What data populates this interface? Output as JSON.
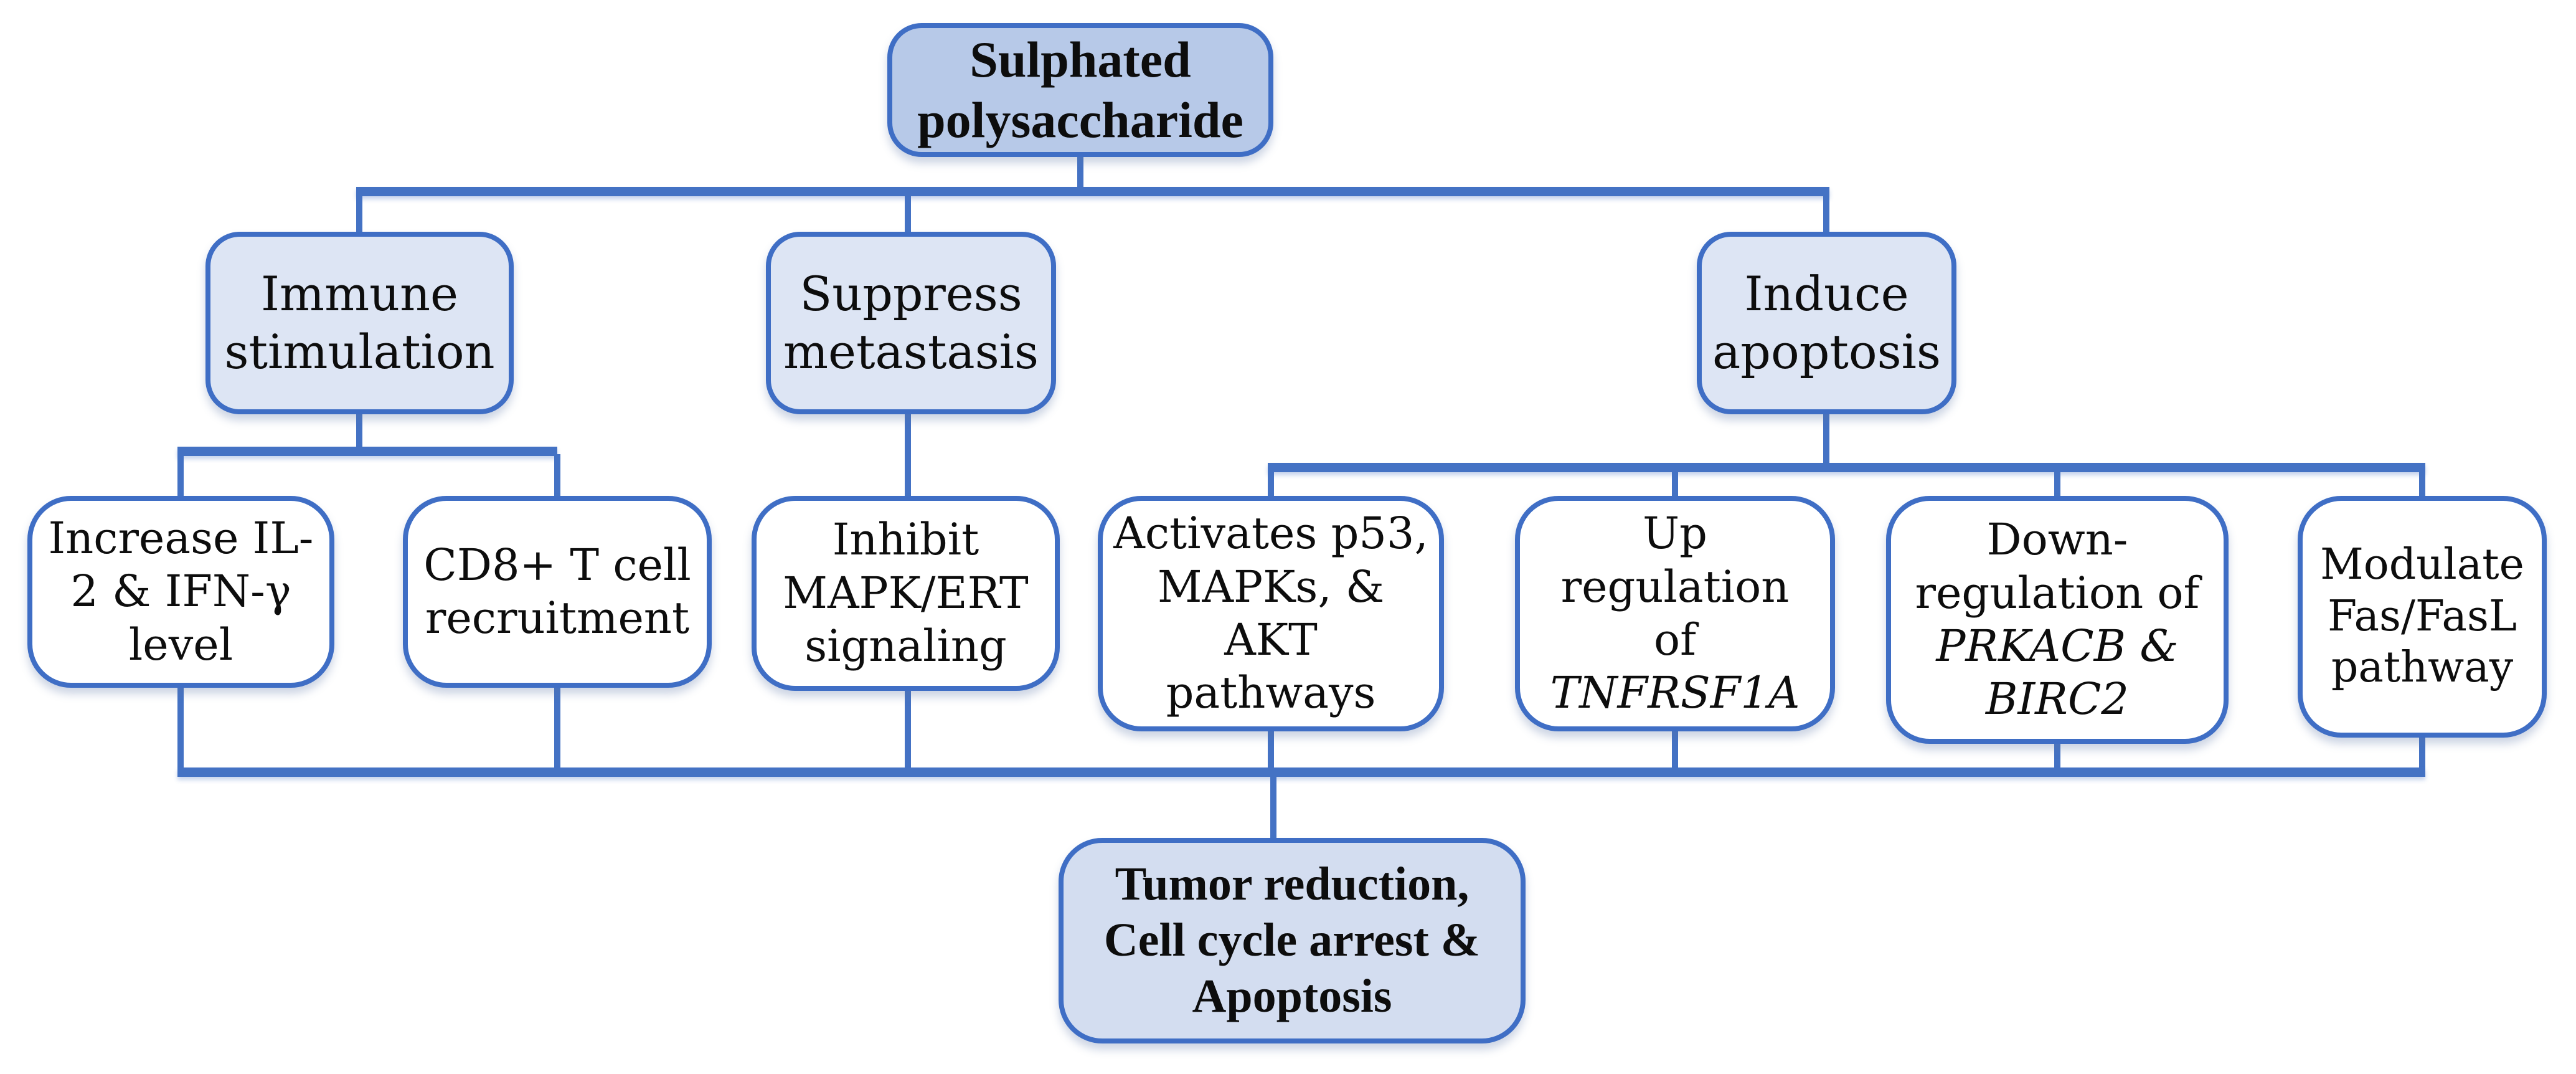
{
  "diagram": {
    "description": "Flowchart of sulphated polysaccharide anticancer mechanisms",
    "colors": {
      "accent_border": "#3f6ec5",
      "connector": "#4472c4",
      "root_fill": "#b7c9e8",
      "level2_fill": "#dde5f4",
      "level3_fill": "#ffffff",
      "result_fill": "#d3ddf0",
      "text": "#0d0d0d"
    },
    "nodes": [
      {
        "id": "root",
        "label": "Sulphated polysaccharide",
        "bold": true,
        "lines": [
          {
            "text": "Sulphated"
          },
          {
            "text": "polysaccharide"
          }
        ]
      },
      {
        "id": "immune",
        "label": "Immune stimulation",
        "bold": false,
        "lines": [
          {
            "text": "Immune"
          },
          {
            "text": "stimulation"
          }
        ]
      },
      {
        "id": "suppress",
        "label": "Suppress metastasis",
        "bold": false,
        "lines": [
          {
            "text": "Suppress"
          },
          {
            "text": "metastasis"
          }
        ]
      },
      {
        "id": "induce",
        "label": "Induce apoptosis",
        "bold": false,
        "lines": [
          {
            "text": "Induce"
          },
          {
            "text": "apoptosis"
          }
        ]
      },
      {
        "id": "il2",
        "label": "Increase IL-2 & IFN-γ level",
        "bold": false,
        "lines": [
          {
            "text": "Increase IL-"
          },
          {
            "text": "2 & IFN-γ"
          },
          {
            "text": "level"
          }
        ]
      },
      {
        "id": "cd8",
        "label": "CD8+ T cell recruitment",
        "bold": false,
        "lines": [
          {
            "text": "CD8+ T cell"
          },
          {
            "text": "recruitment"
          }
        ]
      },
      {
        "id": "mapk",
        "label": "Inhibit MAPK/ERT signaling",
        "bold": false,
        "lines": [
          {
            "text": "Inhibit"
          },
          {
            "text": "MAPK/ERT"
          },
          {
            "text": "signaling"
          }
        ]
      },
      {
        "id": "p53",
        "label": "Activates p53, MAPKs, & AKT pathways",
        "bold": false,
        "lines": [
          {
            "text": "Activates p53,"
          },
          {
            "text": "MAPKs, &"
          },
          {
            "text": "AKT"
          },
          {
            "text": "pathways"
          }
        ]
      },
      {
        "id": "tnf",
        "label": "Up regulation of TNFRSF1A",
        "bold": false,
        "lines": [
          {
            "text": "Up"
          },
          {
            "text": "regulation"
          },
          {
            "text": "of"
          },
          {
            "text": "TNFRSF1A",
            "italic": true
          }
        ]
      },
      {
        "id": "prk",
        "label": "Down-regulation of PRKACB & BIRC2",
        "bold": false,
        "lines": [
          {
            "text": "Down-"
          },
          {
            "text": "regulation of"
          },
          {
            "text": "PRKACB &",
            "italic": true
          },
          {
            "text": "BIRC2",
            "italic": true
          }
        ]
      },
      {
        "id": "fas",
        "label": "Modulate Fas/FasL pathway",
        "bold": false,
        "lines": [
          {
            "text": "Modulate"
          },
          {
            "text": "Fas/FasL"
          },
          {
            "text": "pathway"
          }
        ]
      },
      {
        "id": "result",
        "label": "Tumor reduction, Cell cycle arrest & Apoptosis",
        "bold": true,
        "lines": [
          {
            "text": "Tumor reduction,"
          },
          {
            "text": "Cell cycle arrest &"
          },
          {
            "text": "Apoptosis"
          }
        ]
      }
    ],
    "edges": [
      {
        "from": "root",
        "to": "immune"
      },
      {
        "from": "root",
        "to": "suppress"
      },
      {
        "from": "root",
        "to": "induce"
      },
      {
        "from": "immune",
        "to": "il2"
      },
      {
        "from": "immune",
        "to": "cd8"
      },
      {
        "from": "suppress",
        "to": "mapk"
      },
      {
        "from": "induce",
        "to": "p53"
      },
      {
        "from": "induce",
        "to": "tnf"
      },
      {
        "from": "induce",
        "to": "prk"
      },
      {
        "from": "induce",
        "to": "fas"
      },
      {
        "from": "il2",
        "to": "result"
      },
      {
        "from": "cd8",
        "to": "result"
      },
      {
        "from": "mapk",
        "to": "result"
      },
      {
        "from": "p53",
        "to": "result"
      },
      {
        "from": "tnf",
        "to": "result"
      },
      {
        "from": "prk",
        "to": "result"
      },
      {
        "from": "fas",
        "to": "result"
      }
    ]
  }
}
